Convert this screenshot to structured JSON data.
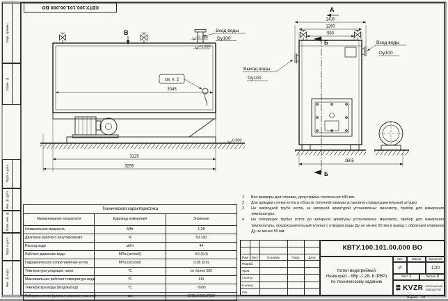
{
  "stamp_top": "КВТУ.100.101.00.000 ВО",
  "margin_labels": [
    "Перв. примен.",
    "Справ. №",
    "Подп. и дата",
    "Инв. № дубл.",
    "Взам. инв. №",
    "Подп. и дата",
    "Инв. № подл."
  ],
  "left_view": {
    "view_letter": "В",
    "inlet_label": "Вход воды",
    "inlet_size": "Dy100",
    "elev_top": "+2.050",
    "elev_mid": "+1.930",
    "elev_zero": "0.000",
    "note_ref": "см. п. 2",
    "dim_body": "3045",
    "dim_frame": "3125",
    "dim_overall": "3295"
  },
  "right_view": {
    "view_letter": "А",
    "section_letter_top": "Б",
    "section_letter_bottom": "Б",
    "dim_overall": "1430",
    "dim_mid": "1260",
    "dim_inner": "960",
    "dim_width": "1605",
    "outlet_label": "Выход воды",
    "outlet_size": "Dy100",
    "inlet_label": "Вход воды",
    "inlet_size": "Dy100"
  },
  "notes": [
    {
      "num": "1",
      "text": "Все размеры для справок, допустимые отклонения ±80 мм."
    },
    {
      "num": "2",
      "text": "Для доводки стенки котла в области топочной камеры установлен предохранительный штуцер"
    },
    {
      "num": "3",
      "text": "На газоходной трубе котла, за запорной арматурой установлены: манометр, прибор для измерения температуры."
    },
    {
      "num": "4",
      "text": "На отводящих трубах котла до запорной арматуры установлены: манометр, прибор для измерения температуры, предохранительный клапан с отводом воды Ду не менее 50 мм и вывод с обратным клапаном Ду не менее 50 мм."
    }
  ],
  "tech_table": {
    "title": "Техническая характеристика",
    "headers": [
      "Наименование показателя",
      "Единицы измерения",
      "Значение"
    ],
    "rows": [
      [
        "Номинальная мощность",
        "МВт",
        "1,28"
      ],
      [
        "Диапазон рабочего регулирования",
        "%",
        "50-100"
      ],
      [
        "Расход воды",
        "м3/ч",
        "44"
      ],
      [
        "Рабочее давление воды",
        "МПа (кгс/см2)",
        "0,6 (6,0)"
      ],
      [
        "Гидравлическое сопротивление котла",
        "МПа (кгс/см2)",
        "0,06 (0,6)"
      ],
      [
        "Температура уходящих газов",
        "°С",
        "не более 250"
      ],
      [
        "Максимальная рабочая температура воды",
        "°С",
        "115"
      ],
      [
        "Температура воды (вход/выход)",
        "°С",
        "70/95"
      ],
      [
        "Габариты котла (длина х ширина х высота)",
        "мм",
        "3295х1605х2050"
      ]
    ]
  },
  "title_block": {
    "doc_number": "КВТУ.100.101.00.000 ВО",
    "product_line1": "Котел водогрейный",
    "product_line2": "Heatexpert - КВр -1,28- К (РВР)",
    "product_line3": "по техническому заданию",
    "header_cols": [
      "Изм.",
      "Лист",
      "N докум.",
      "Подп.",
      "Дата"
    ],
    "roles": [
      "Разраб.",
      "Пров.",
      "Т.контр.",
      "Н.контр.",
      "Утв."
    ],
    "lit_label": "Лит.",
    "lit_value": "И",
    "mass_label": "Масса",
    "scale_label": "Масштаб",
    "scale_value": "1:20",
    "sheet_label": "Лист",
    "sheet_value": "1",
    "sheets_label": "Листов",
    "sheets_value": "2",
    "company_logo": "KVZR",
    "company_line1": "КОТЕЛЬНЫЙ",
    "company_line2": "ЗАВОД РЭП"
  },
  "format_note": {
    "label": "Формат",
    "value": "А3"
  }
}
